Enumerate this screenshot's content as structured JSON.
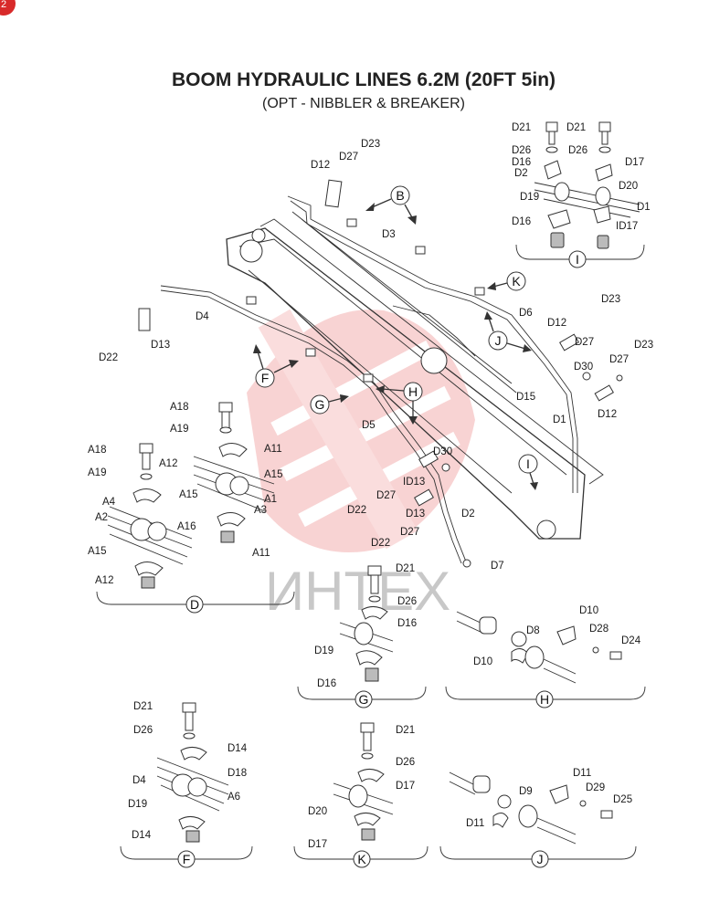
{
  "title": "BOOM HYDRAULIC LINES 6.2M (20FT 5in)",
  "subtitle": "(OPT - NIBBLER & BREAKER)",
  "page_badge": "2",
  "watermark": "ИНТЕХ",
  "colors": {
    "watermark_red": "#f4b0b0",
    "badge_red": "#d82a2a",
    "line": "#333333"
  },
  "callouts": {
    "B": "B",
    "K": "K",
    "J": "J",
    "F": "F",
    "G": "G",
    "H": "H",
    "I": "I"
  },
  "detail_names": {
    "I": "I",
    "D": "D",
    "G": "G",
    "H": "H",
    "F": "F",
    "K": "K",
    "J": "J"
  },
  "labels": {
    "main": [
      "D23",
      "D27",
      "D12",
      "D3",
      "D4",
      "D13",
      "D22",
      "D6",
      "D12",
      "D27",
      "D23",
      "D30",
      "D27",
      "D23",
      "D15",
      "D12",
      "D1",
      "D5",
      "D30",
      "ID13",
      "D22",
      "D27",
      "D13",
      "D2",
      "D22",
      "D27",
      "D7"
    ],
    "detail_I": [
      "D21",
      "D21",
      "D26",
      "D26",
      "D16",
      "D17",
      "D2",
      "D20",
      "D19",
      "D1",
      "D16",
      "ID17"
    ],
    "detail_D": [
      "A18",
      "A19",
      "A11",
      "A18",
      "A19",
      "A12",
      "A15",
      "A15",
      "A1",
      "A4",
      "A3",
      "A2",
      "A16",
      "A15",
      "A11",
      "A12"
    ],
    "detail_G": [
      "D21",
      "D26",
      "D16",
      "D19",
      "D16"
    ],
    "detail_H": [
      "D10",
      "D8",
      "D28",
      "D24",
      "D10"
    ],
    "detail_F": [
      "D21",
      "D26",
      "D14",
      "D18",
      "D4",
      "A6",
      "D19",
      "D14"
    ],
    "detail_K": [
      "D21",
      "D26",
      "D17",
      "D20",
      "D17"
    ],
    "detail_J": [
      "D11",
      "D9",
      "D29",
      "D25",
      "D11"
    ]
  }
}
